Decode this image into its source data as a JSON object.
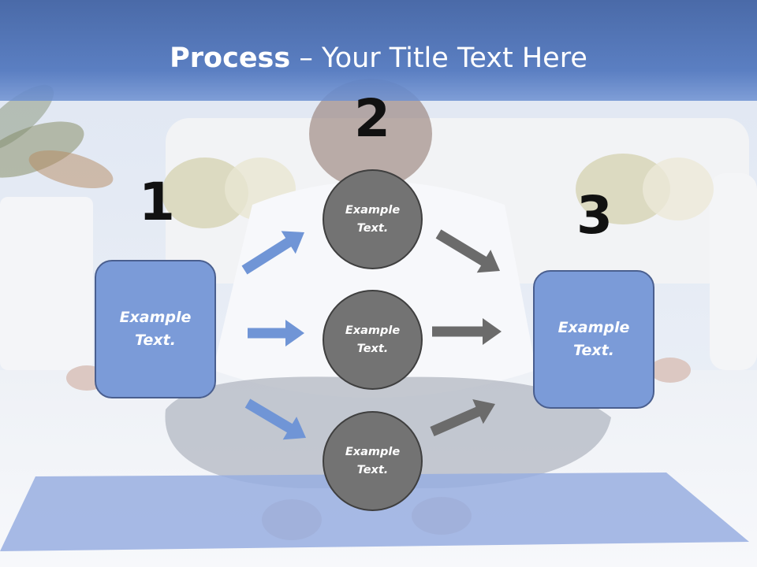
{
  "title": {
    "bold": "Process",
    "rest": " – Your Title Text Here"
  },
  "steps": [
    {
      "number": "1",
      "text": "Example Text."
    },
    {
      "number": "2",
      "text": "Example Text."
    },
    {
      "number": "3",
      "text": "Example Text."
    }
  ],
  "circles": [
    {
      "text": "Example Text."
    },
    {
      "text": "Example Text."
    },
    {
      "text": "Example Text."
    }
  ],
  "colors": {
    "title_band": "#5b7fc2",
    "box_fill": "#7b9bd8",
    "box_border": "#4a5f8f",
    "circle_fill": "#737373",
    "circle_border": "#3f3f3f",
    "arrow_blue": "#7095d6",
    "arrow_gray": "#6b6b6b"
  },
  "arrows": [
    {
      "name": "arrow-box1-to-circle-top",
      "color": "arrow_blue"
    },
    {
      "name": "arrow-box1-to-circle-middle",
      "color": "arrow_blue"
    },
    {
      "name": "arrow-box1-to-circle-bottom",
      "color": "arrow_blue"
    },
    {
      "name": "arrow-circle-top-to-box3",
      "color": "arrow_gray"
    },
    {
      "name": "arrow-circle-middle-to-box3",
      "color": "arrow_gray"
    },
    {
      "name": "arrow-circle-bottom-to-box3",
      "color": "arrow_gray"
    }
  ]
}
